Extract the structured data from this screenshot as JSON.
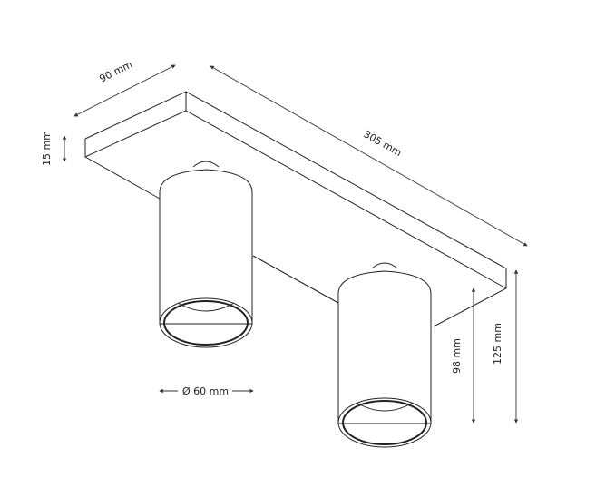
{
  "dimensions": {
    "width": "90 mm",
    "length": "305 mm",
    "plate_thickness": "15 mm",
    "diameter": "Ø 60 mm",
    "spot_height": "98 mm",
    "total_height": "125 mm"
  },
  "colors": {
    "line": "#222222",
    "background": "#ffffff"
  }
}
